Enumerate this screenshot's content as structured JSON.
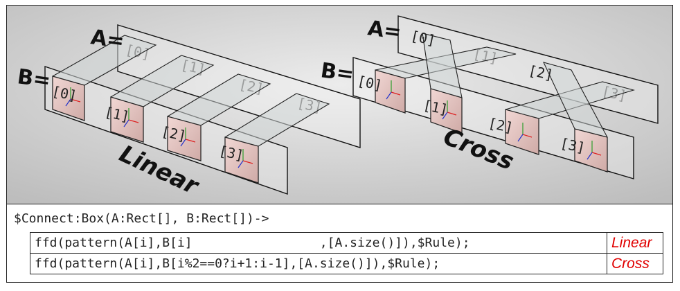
{
  "figure": {
    "linear": {
      "a_label": "A=",
      "b_label": "B=",
      "a_indices": [
        "[0]",
        "[1]",
        "[2]",
        "[3]"
      ],
      "b_indices": [
        "[0]",
        "[1]",
        "[2]",
        "[3]"
      ],
      "caption": "Linear"
    },
    "cross": {
      "a_label": "A=",
      "b_label": "B=",
      "a_indices": [
        "[0]",
        "[1]",
        "[2]",
        "[3]"
      ],
      "b_indices": [
        "[0]",
        "[1]",
        "[2]",
        "[3]"
      ],
      "caption": "Cross"
    }
  },
  "code": {
    "header": "$Connect:Box(A:Rect[], B:Rect[])->",
    "rows": [
      {
        "code": "ffd(pattern(A[i],B[i]                 ,[A.size()]),$Rule);",
        "label": "Linear"
      },
      {
        "code": "ffd(pattern(A[i],B[i%2==0?i+1:i-1],[A.size()]),$Rule);",
        "label": "Cross"
      }
    ]
  },
  "colors": {
    "label_red": "#e00000",
    "box_face": "#e8c9c6",
    "background": "#d4d4d4"
  }
}
